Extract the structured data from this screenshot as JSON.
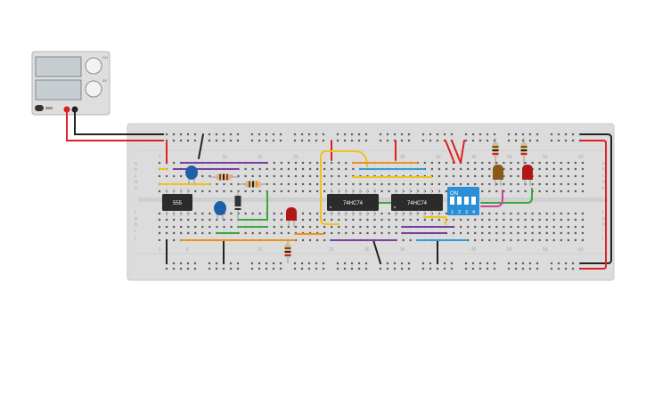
{
  "power_supply": {
    "knob_labels": [
      "CH",
      "3V"
    ]
  },
  "breadboard": {
    "column_numbers_top": [
      "1",
      "10",
      "15",
      "20",
      "35",
      "40",
      "45",
      "50",
      "55",
      "60"
    ],
    "column_numbers_bottom": [
      "1",
      "5",
      "15",
      "25",
      "30",
      "35",
      "45",
      "50",
      "55",
      "60"
    ],
    "row_letters_top": [
      "a",
      "b",
      "c",
      "d",
      "e"
    ],
    "row_letters_bottom": [
      "f",
      "g",
      "h",
      "i",
      "j"
    ]
  },
  "chips": {
    "timer": "555",
    "flipflop_a": "74HC74",
    "flipflop_b": "74HC74"
  },
  "dip_switch": {
    "on_label": "ON",
    "numbers": [
      "1",
      "2",
      "3",
      "4"
    ]
  },
  "colors": {
    "breadboard": "#dcdcdc",
    "chip": "#2b2b2b",
    "dip_switch": "#2a8fd6",
    "wire_red": "#e02020",
    "wire_black": "#222222",
    "wire_yellow": "#f2c21b",
    "wire_purple": "#7a3fa0",
    "wire_orange": "#f0901e",
    "wire_blue": "#2aa0d8",
    "wire_green": "#3aa83a",
    "led_red": "#b01818",
    "led_brown": "#8a5a1a",
    "capacitor": "#1f5fa8"
  }
}
